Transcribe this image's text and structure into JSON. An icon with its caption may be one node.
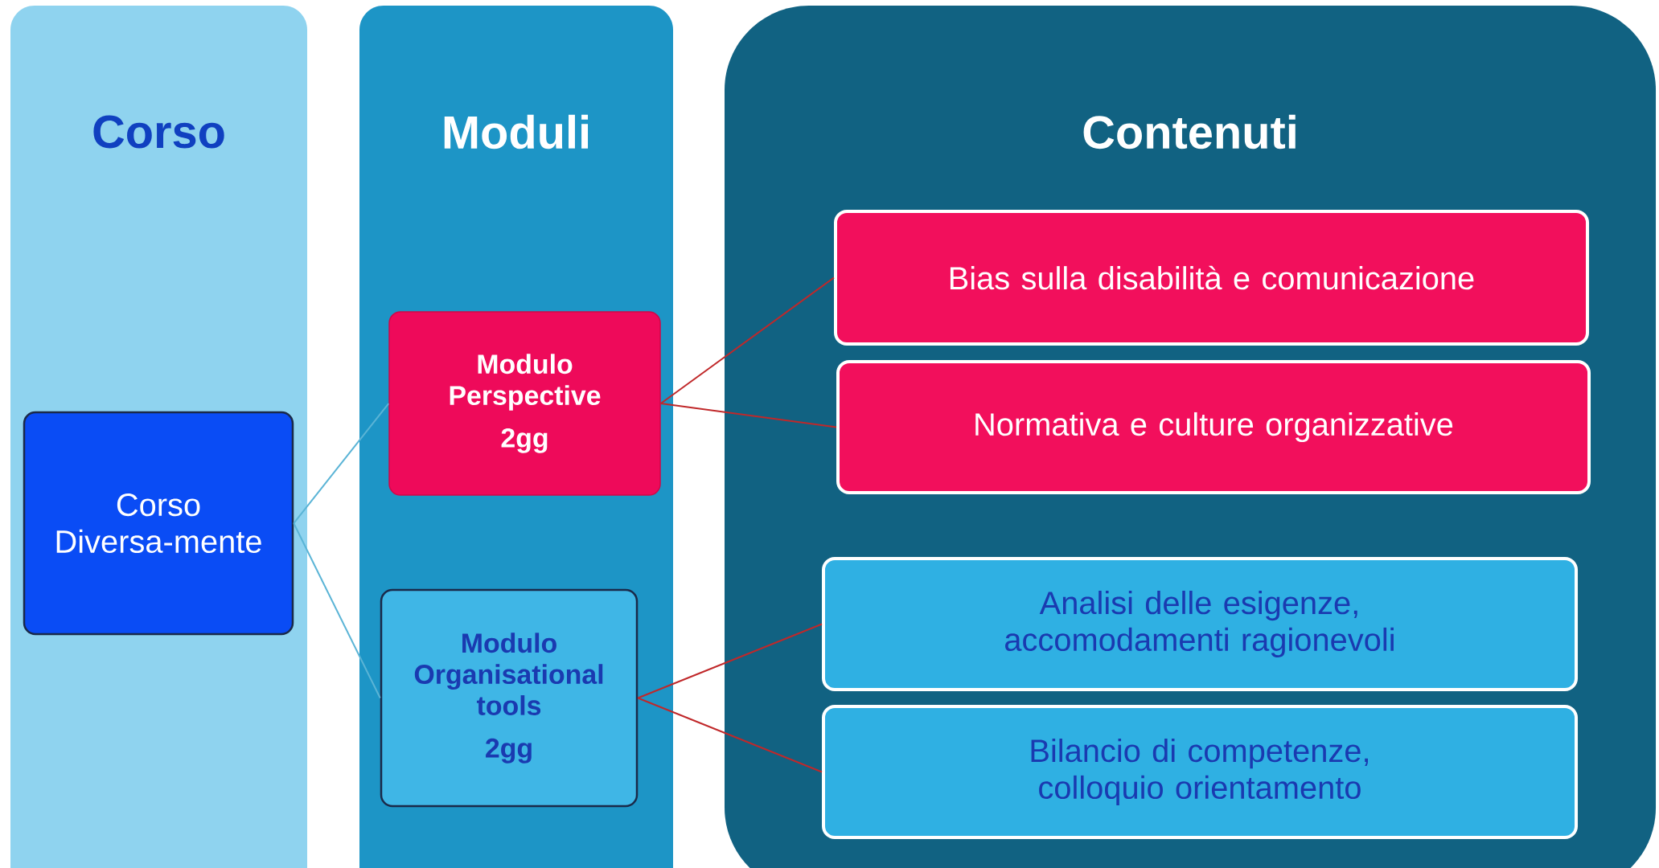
{
  "diagram": {
    "nodes": [
      {
        "text": [
          "Corso"
        ]
      },
      {
        "text": [
          "Corso Diversa-mente"
        ],
        "in": 0
      },
      {
        "text": [
          "Moduli"
        ]
      },
      {
        "text": [
          "Modulo Perspective",
          "2gg"
        ],
        "in": 2
      },
      {
        "text": [
          "Modulo Organisational tools",
          "2gg"
        ],
        "in": 2
      },
      {
        "text": [
          "Contenuti"
        ]
      },
      {
        "text": [
          "Bias sulla disabilità e comunicazione"
        ],
        "in": 5
      },
      {
        "text": [
          "Normativa e culture organizzative"
        ],
        "in": 5
      },
      {
        "text": [
          "Analisi delle esigenze, accomodamenti ragionevoli"
        ],
        "in": 5
      },
      {
        "text": [
          "Bilancio di competenze, colloquio orientamento"
        ],
        "in": 5
      }
    ],
    "edges": [
      {
        "from": 1,
        "to": 3,
        "arrow": "none",
        "color": "#5ab4d6"
      },
      {
        "from": 1,
        "to": 4,
        "arrow": "none",
        "color": "#5ab4d6"
      },
      {
        "from": 3,
        "to": 6,
        "arrow": "none"
      },
      {
        "from": 3,
        "to": 7,
        "arrow": "none"
      },
      {
        "from": 4,
        "to": 8,
        "arrow": "none"
      },
      {
        "from": 4,
        "to": 9,
        "arrow": "none"
      }
    ]
  }
}
